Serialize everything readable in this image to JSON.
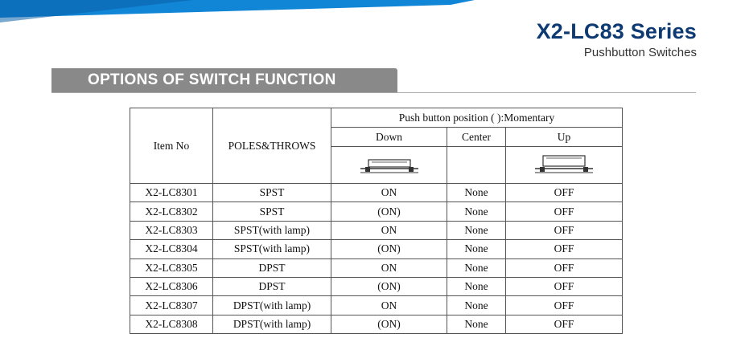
{
  "header": {
    "series_title": "X2-LC83 Series",
    "series_subtitle": "Pushbutton Switches",
    "accent_color": "#1186d6",
    "title_color": "#0d3a73"
  },
  "section": {
    "title": "OPTIONS OF SWITCH FUNCTION",
    "band_color": "#898989"
  },
  "table": {
    "columns": {
      "item_no": "Item No",
      "poles_throws": "POLES&THROWS",
      "push_position": "Push button position ( ):Momentary",
      "down": "Down",
      "center": "Center",
      "up": "Up"
    },
    "icons": {
      "down": "switch-pressed-down-icon",
      "up": "switch-released-up-icon"
    },
    "rows": [
      {
        "item": "X2-LC8301",
        "poles": "SPST",
        "down": "ON",
        "center": "None",
        "up": "OFF"
      },
      {
        "item": "X2-LC8302",
        "poles": "SPST",
        "down": "(ON)",
        "center": "None",
        "up": "OFF"
      },
      {
        "item": "X2-LC8303",
        "poles": "SPST(with lamp)",
        "down": "ON",
        "center": "None",
        "up": "OFF"
      },
      {
        "item": "X2-LC8304",
        "poles": "SPST(with lamp)",
        "down": "(ON)",
        "center": "None",
        "up": "OFF"
      },
      {
        "item": "X2-LC8305",
        "poles": "DPST",
        "down": "ON",
        "center": "None",
        "up": "OFF"
      },
      {
        "item": "X2-LC8306",
        "poles": "DPST",
        "down": "(ON)",
        "center": "None",
        "up": "OFF"
      },
      {
        "item": "X2-LC8307",
        "poles": "DPST(with lamp)",
        "down": "ON",
        "center": "None",
        "up": "OFF"
      },
      {
        "item": "X2-LC8308",
        "poles": "DPST(with lamp)",
        "down": "(ON)",
        "center": "None",
        "up": "OFF"
      }
    ]
  }
}
